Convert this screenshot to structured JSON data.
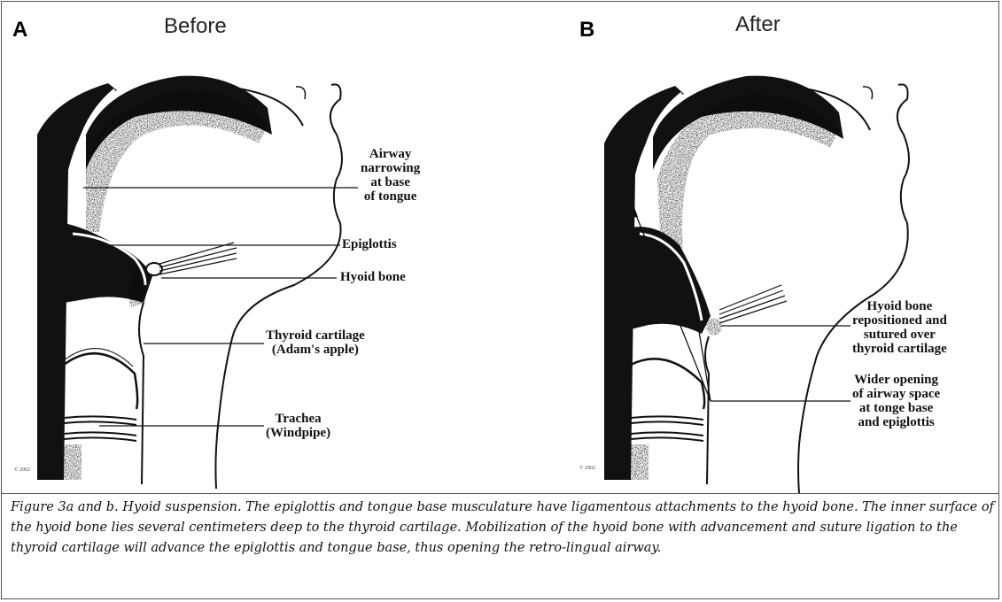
{
  "panels": {
    "a": {
      "letter": "A",
      "title": "Before",
      "copyright": "© 2002",
      "labels": {
        "airway_narrowing": "Airway\nnarrowing\nat base\nof tongue",
        "epiglottis": "Epiglottis",
        "hyoid_bone": "Hyoid bone",
        "thyroid_cartilage": "Thyroid cartilage\n(Adam's apple)",
        "trachea": "Trachea\n(Windpipe)"
      }
    },
    "b": {
      "letter": "B",
      "title": "After",
      "copyright": "© 2002",
      "labels": {
        "hyoid_repositioned": "Hyoid bone\nrepositioned and\nsutured over\nthyroid cartilage",
        "wider_opening": "Wider opening\nof airway space\nat tonge base\nand epiglottis"
      }
    }
  },
  "caption": "Figure 3a and b. Hyoid suspension. The epiglottis and tongue base musculature have ligamentous attachments to the hyoid bone. The inner surface of the hyoid bone lies several centimeters deep to the thyroid cartilage. Mobilization of the hyoid bone with advancement and suture ligation to the thyroid cartilage will advance the epiglottis and tongue base, thus opening the retro-lingual airway."
}
